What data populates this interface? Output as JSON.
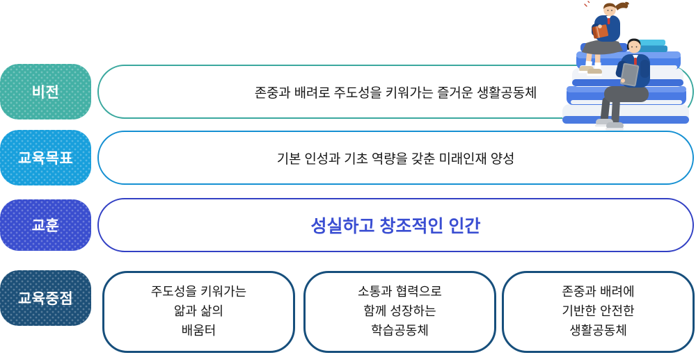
{
  "diagram": {
    "rows": [
      {
        "label": "비전",
        "text": "존중과 배려로 주도성을 키워가는 즐거운 생활공동체"
      },
      {
        "label": "교육목표",
        "text": "기본 인성과 기초 역량을 갖춘 미래인재 양성"
      },
      {
        "label": "교훈",
        "text": "성실하고 창조적인 인간"
      },
      {
        "label": "교육중점"
      }
    ],
    "focus_boxes": [
      {
        "lines": [
          "주도성을 키워가는",
          "앎과 삶의",
          "배움터"
        ]
      },
      {
        "lines": [
          "소통과 협력으로",
          "함께 성장하는",
          "학습공동체"
        ]
      },
      {
        "lines": [
          "존중과 배려에",
          "기반한 안전한",
          "생활공동체"
        ]
      }
    ],
    "colors": {
      "vision_accent": "#43b0a5",
      "goal_accent": "#189fdc",
      "motto_accent": "#3a4ecf",
      "focus_accent": "#1d5078",
      "motto_text": "#3a4ed2",
      "body_text": "#161616"
    },
    "illustration": "students-sitting-on-book-stack"
  }
}
